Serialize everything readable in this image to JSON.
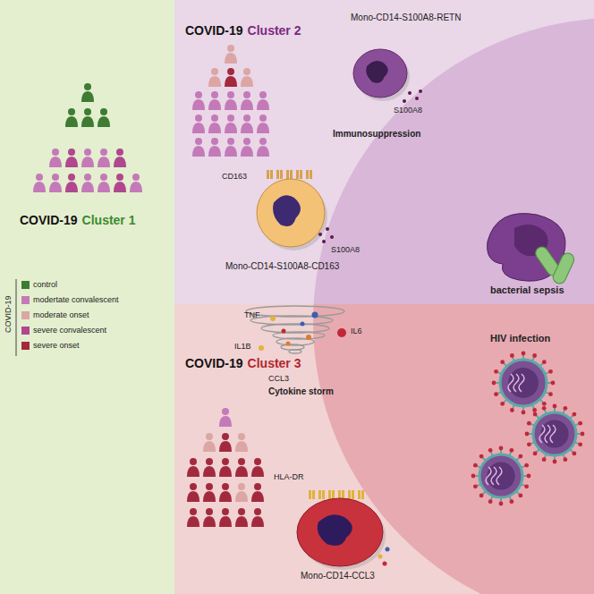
{
  "diagram": {
    "nodes": [
      {
        "text": [
          "COVID-19",
          "Cluster 1"
        ]
      },
      {
        "text": [
          "COVID-19",
          "Cluster 2"
        ]
      },
      {
        "text": [
          "COVID-19",
          "Cluster 3"
        ]
      }
    ],
    "labels": [
      "COVID-19",
      "Mono-CD14-S100A8-RETN",
      "S100A8",
      "Immunosuppression",
      "CD163",
      "S100A8",
      "Mono-CD14-S100A8-CD163",
      "bacterial sepsis",
      "TNF",
      "IL6",
      "IL1B",
      "CCL3",
      "Cytokine storm",
      "HIV infection",
      "HLA-DR",
      "Mono-CD14-CCL3"
    ],
    "legend": [
      {
        "text": "control",
        "color": "#3e7b34"
      },
      {
        "text": "modertate convalescent",
        "color": "#c47ab8"
      },
      {
        "text": "moderate onset",
        "color": "#dba6a4"
      },
      {
        "text": "severe convalescent",
        "color": "#b0478f"
      },
      {
        "text": "severe onset",
        "color": "#a32a3e"
      }
    ]
  }
}
